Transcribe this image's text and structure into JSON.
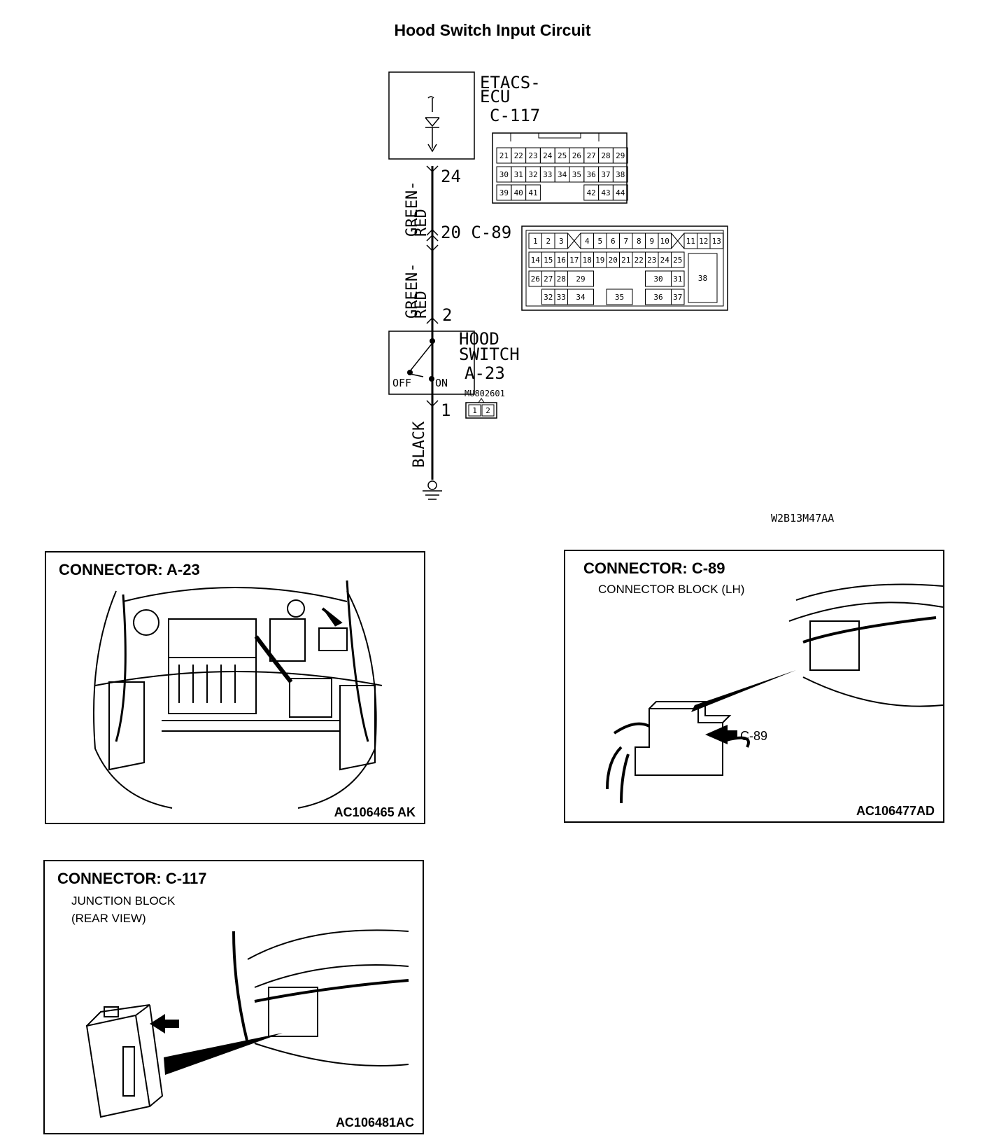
{
  "title": "Hood Switch Input Circuit",
  "schematic": {
    "ecu_name_line1": "ETACS-",
    "ecu_name_line2": "ECU",
    "ecu_connector": "C-117",
    "pin_24": "24",
    "wire_color_upper_1": "GREEN-",
    "wire_color_upper_2": "RED",
    "junction_label": "20 C-89",
    "wire_color_lower_1": "GREEN-",
    "wire_color_lower_2": "RED",
    "pin_2": "2",
    "switch_name_line1": "HOOD",
    "switch_name_line2": "SWITCH",
    "switch_connector": "A-23",
    "switch_part_no": "MU802601",
    "off_label": "OFF",
    "on_label": "ON",
    "pin_1": "1",
    "ground_wire_color": "BLACK",
    "diagram_code": "W2B13M47AA",
    "c117_pins": [
      "21",
      "22",
      "23",
      "24",
      "25",
      "26",
      "27",
      "28",
      "29",
      "30",
      "31",
      "32",
      "33",
      "34",
      "35",
      "36",
      "37",
      "38",
      "39",
      "40",
      "41",
      "42",
      "43",
      "44"
    ],
    "c89_pins": [
      "1",
      "2",
      "3",
      "4",
      "5",
      "6",
      "7",
      "8",
      "9",
      "10",
      "11",
      "12",
      "13",
      "14",
      "15",
      "16",
      "17",
      "18",
      "19",
      "20",
      "21",
      "22",
      "23",
      "24",
      "25",
      "26",
      "27",
      "28",
      "29",
      "30",
      "31",
      "32",
      "33",
      "34",
      "35",
      "36",
      "37",
      "38"
    ],
    "a23_pins": [
      "1",
      "2"
    ]
  },
  "panels": {
    "a23": {
      "title": "CONNECTOR: A-23",
      "code": "AC106465 AK"
    },
    "c89": {
      "title": "CONNECTOR: C-89",
      "subtitle": "CONNECTOR BLOCK (LH)",
      "callout": "C-89",
      "code": "AC106477AD"
    },
    "c117": {
      "title": "CONNECTOR: C-117",
      "subtitle_line1": "JUNCTION BLOCK",
      "subtitle_line2": "(REAR VIEW)",
      "code": "AC106481AC"
    }
  }
}
